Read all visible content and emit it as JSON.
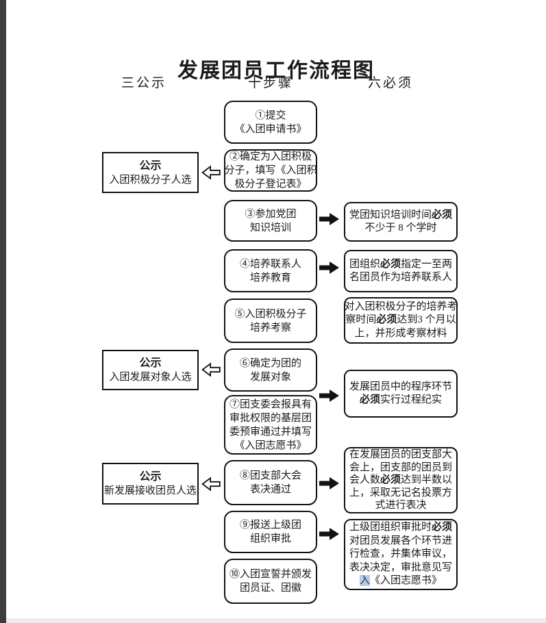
{
  "page": {
    "title": "发展团员工作流程图",
    "column_headers": {
      "left": "三公示",
      "middle": "十步骤",
      "right": "六必须"
    }
  },
  "flow": {
    "middle_steps": [
      {
        "lines": [
          "①提交",
          "《入团申请书》"
        ]
      },
      {
        "lines": [
          "②确定为入团积极",
          "分子，填写《入团积",
          "极分子登记表》"
        ]
      },
      {
        "lines": [
          "③参加党团",
          "知识培训"
        ]
      },
      {
        "lines": [
          "④培养联系人",
          "培养教育"
        ]
      },
      {
        "lines": [
          "⑤入团积极分子",
          "培养考察"
        ]
      },
      {
        "lines": [
          "⑥确定为团的",
          "发展对象"
        ]
      },
      {
        "lines": [
          "⑦团支委会报具有",
          "审批权限的基层团",
          "委预审通过并填写",
          "《入团志愿书》"
        ]
      },
      {
        "lines": [
          "⑧团支部大会",
          "表决通过"
        ]
      },
      {
        "lines": [
          "⑨报送上级团",
          "组织审批"
        ]
      },
      {
        "lines": [
          "⑩入团宣誓并颁发",
          "团员证、团徽"
        ]
      }
    ],
    "left_boxes": [
      {
        "title": "公示",
        "subtitle": "入团积极分子人选"
      },
      {
        "title": "公示",
        "subtitle": "入团发展对象人选"
      },
      {
        "title": "公示",
        "subtitle": "新发展接收团员人选"
      }
    ],
    "right_boxes": [
      {
        "lines": [
          [
            {
              "t": "党团知识培训时间"
            },
            {
              "t": "必须",
              "b": true
            }
          ],
          [
            {
              "t": "不少于 8 个学时"
            }
          ]
        ]
      },
      {
        "lines": [
          [
            {
              "t": "团组织"
            },
            {
              "t": "必须",
              "b": true
            },
            {
              "t": "指定一至两"
            }
          ],
          [
            {
              "t": "名团员作为培养联系人"
            }
          ]
        ]
      },
      {
        "lines": [
          [
            {
              "t": "对入团积极分子的培养考"
            }
          ],
          [
            {
              "t": "察时间"
            },
            {
              "t": "必须",
              "b": true
            },
            {
              "t": "达到3 个月以"
            }
          ],
          [
            {
              "t": "上，并形成考察材料"
            }
          ]
        ]
      },
      {
        "lines": [
          [
            {
              "t": "发展团员中的程序环节"
            }
          ],
          [
            {
              "t": "必须",
              "b": true
            },
            {
              "t": "实行过程纪实"
            }
          ]
        ]
      },
      {
        "lines": [
          [
            {
              "t": "在发展团员的团支部大"
            }
          ],
          [
            {
              "t": "会上，团支部的团员到"
            }
          ],
          [
            {
              "t": "会人数"
            },
            {
              "t": "必须",
              "b": true
            },
            {
              "t": "达到半数以"
            }
          ],
          [
            {
              "t": "上，采取无记名投票方"
            }
          ],
          [
            {
              "t": "式进行表决"
            }
          ]
        ]
      },
      {
        "lines": [
          [
            {
              "t": "上级团组织审批时"
            },
            {
              "t": "必须",
              "b": true
            }
          ],
          [
            {
              "t": "对团员发展各个环节进"
            }
          ],
          [
            {
              "t": "行检查，并集体审议，"
            }
          ],
          [
            {
              "t": "表决决定，审批意见写"
            }
          ],
          [
            {
              "t": "入",
              "hl": true
            },
            {
              "t": "《入团志愿书》"
            }
          ]
        ]
      }
    ],
    "highlight_color": "#b7cde2"
  }
}
